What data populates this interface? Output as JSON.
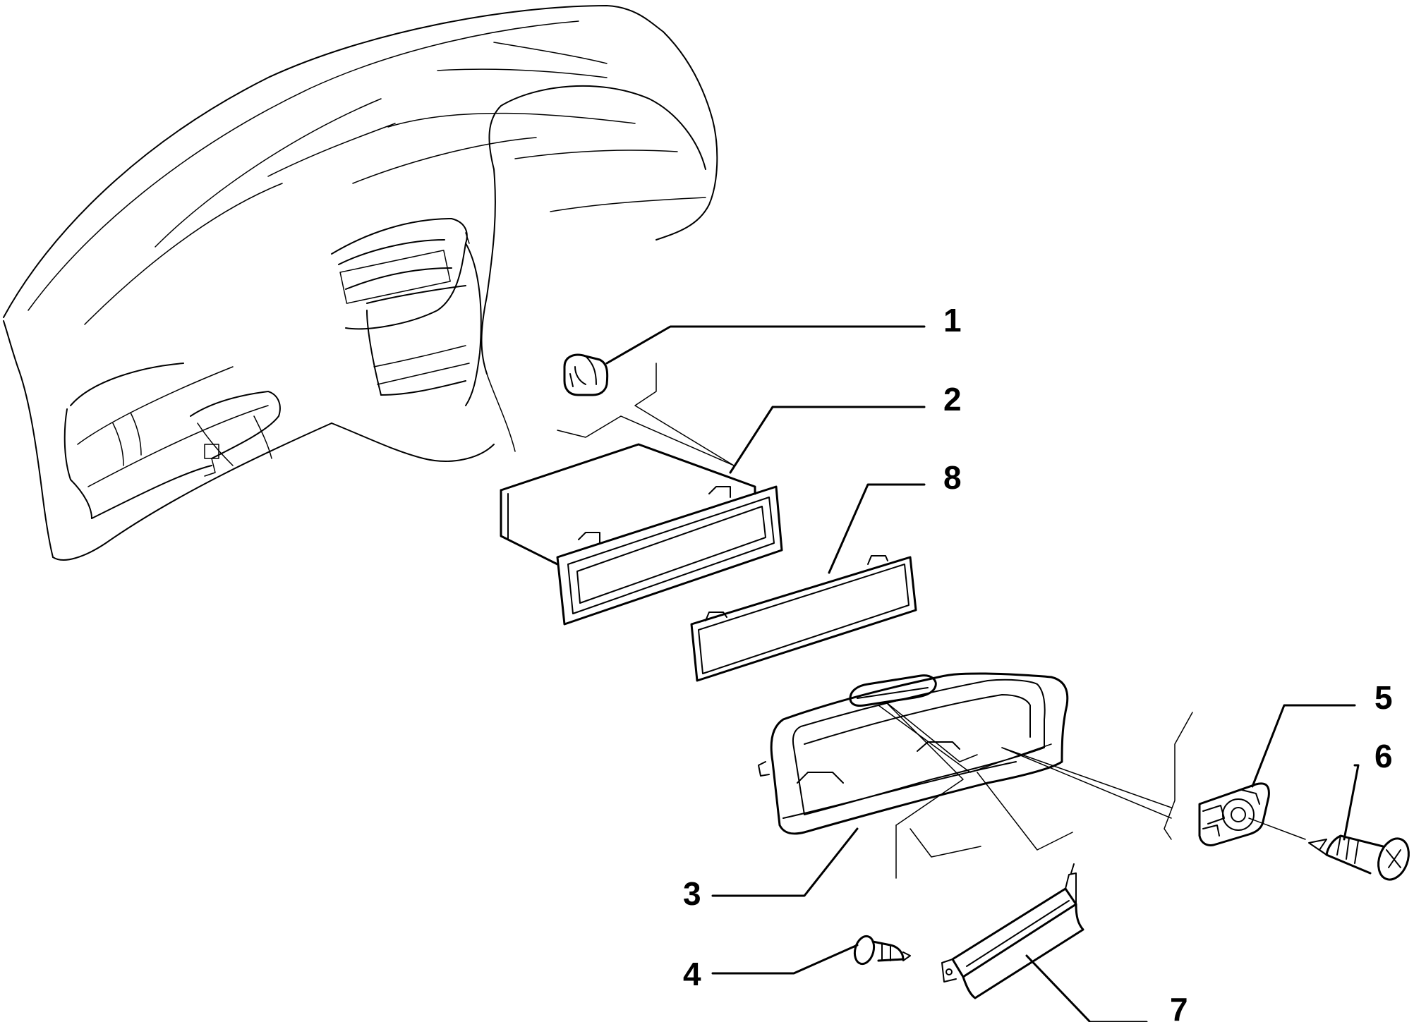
{
  "callouts": [
    {
      "id": "1",
      "label": "1"
    },
    {
      "id": "2",
      "label": "2"
    },
    {
      "id": "8",
      "label": "8"
    },
    {
      "id": "5",
      "label": "5"
    },
    {
      "id": "6",
      "label": "6"
    },
    {
      "id": "3",
      "label": "3"
    },
    {
      "id": "4",
      "label": "4"
    },
    {
      "id": "7",
      "label": "7"
    }
  ]
}
